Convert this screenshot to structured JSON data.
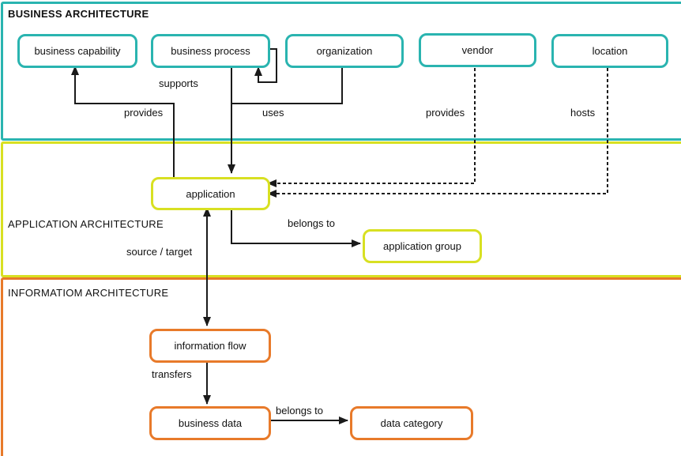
{
  "canvas": {
    "background": "#ffffff",
    "line_color": "#1a1a1a"
  },
  "diagram": {
    "sections": [
      {
        "title": "BUSINESS ARCHITECTURE",
        "color": "#2ab4b0"
      },
      {
        "title": "APPLICATION ARCHITECTURE",
        "color": "#d8e022"
      },
      {
        "title": "INFORMATIOM ARCHITECTURE",
        "color": "#e87a2a"
      }
    ],
    "nodes": [
      {
        "label": "business capability",
        "layer": "business"
      },
      {
        "label": "business process",
        "layer": "business"
      },
      {
        "label": "organization",
        "layer": "business"
      },
      {
        "label": "vendor",
        "layer": "business"
      },
      {
        "label": "location",
        "layer": "business"
      },
      {
        "label": "application",
        "layer": "application"
      },
      {
        "label": "application group",
        "layer": "application"
      },
      {
        "label": "information flow",
        "layer": "information"
      },
      {
        "label": "business data",
        "layer": "information"
      },
      {
        "label": "data category",
        "layer": "information"
      }
    ],
    "edges": [
      {
        "label": "supports",
        "from": "business process",
        "to": "business process",
        "line": "solid"
      },
      {
        "label": "provides",
        "from": "application",
        "to": "business capability",
        "line": "solid"
      },
      {
        "label": "uses",
        "from": "business process / organization",
        "to": "application",
        "line": "solid"
      },
      {
        "label": "provides",
        "from": "vendor",
        "to": "application",
        "line": "dashed"
      },
      {
        "label": "hosts",
        "from": "location",
        "to": "application",
        "line": "dashed"
      },
      {
        "label": "belongs to",
        "from": "application",
        "to": "application group",
        "line": "solid"
      },
      {
        "label": "source / target",
        "from": "application",
        "to": "information flow",
        "line": "solid"
      },
      {
        "label": "transfers",
        "from": "information flow",
        "to": "business data",
        "line": "solid"
      },
      {
        "label": "belongs to",
        "from": "business data",
        "to": "data category",
        "line": "solid"
      }
    ]
  }
}
